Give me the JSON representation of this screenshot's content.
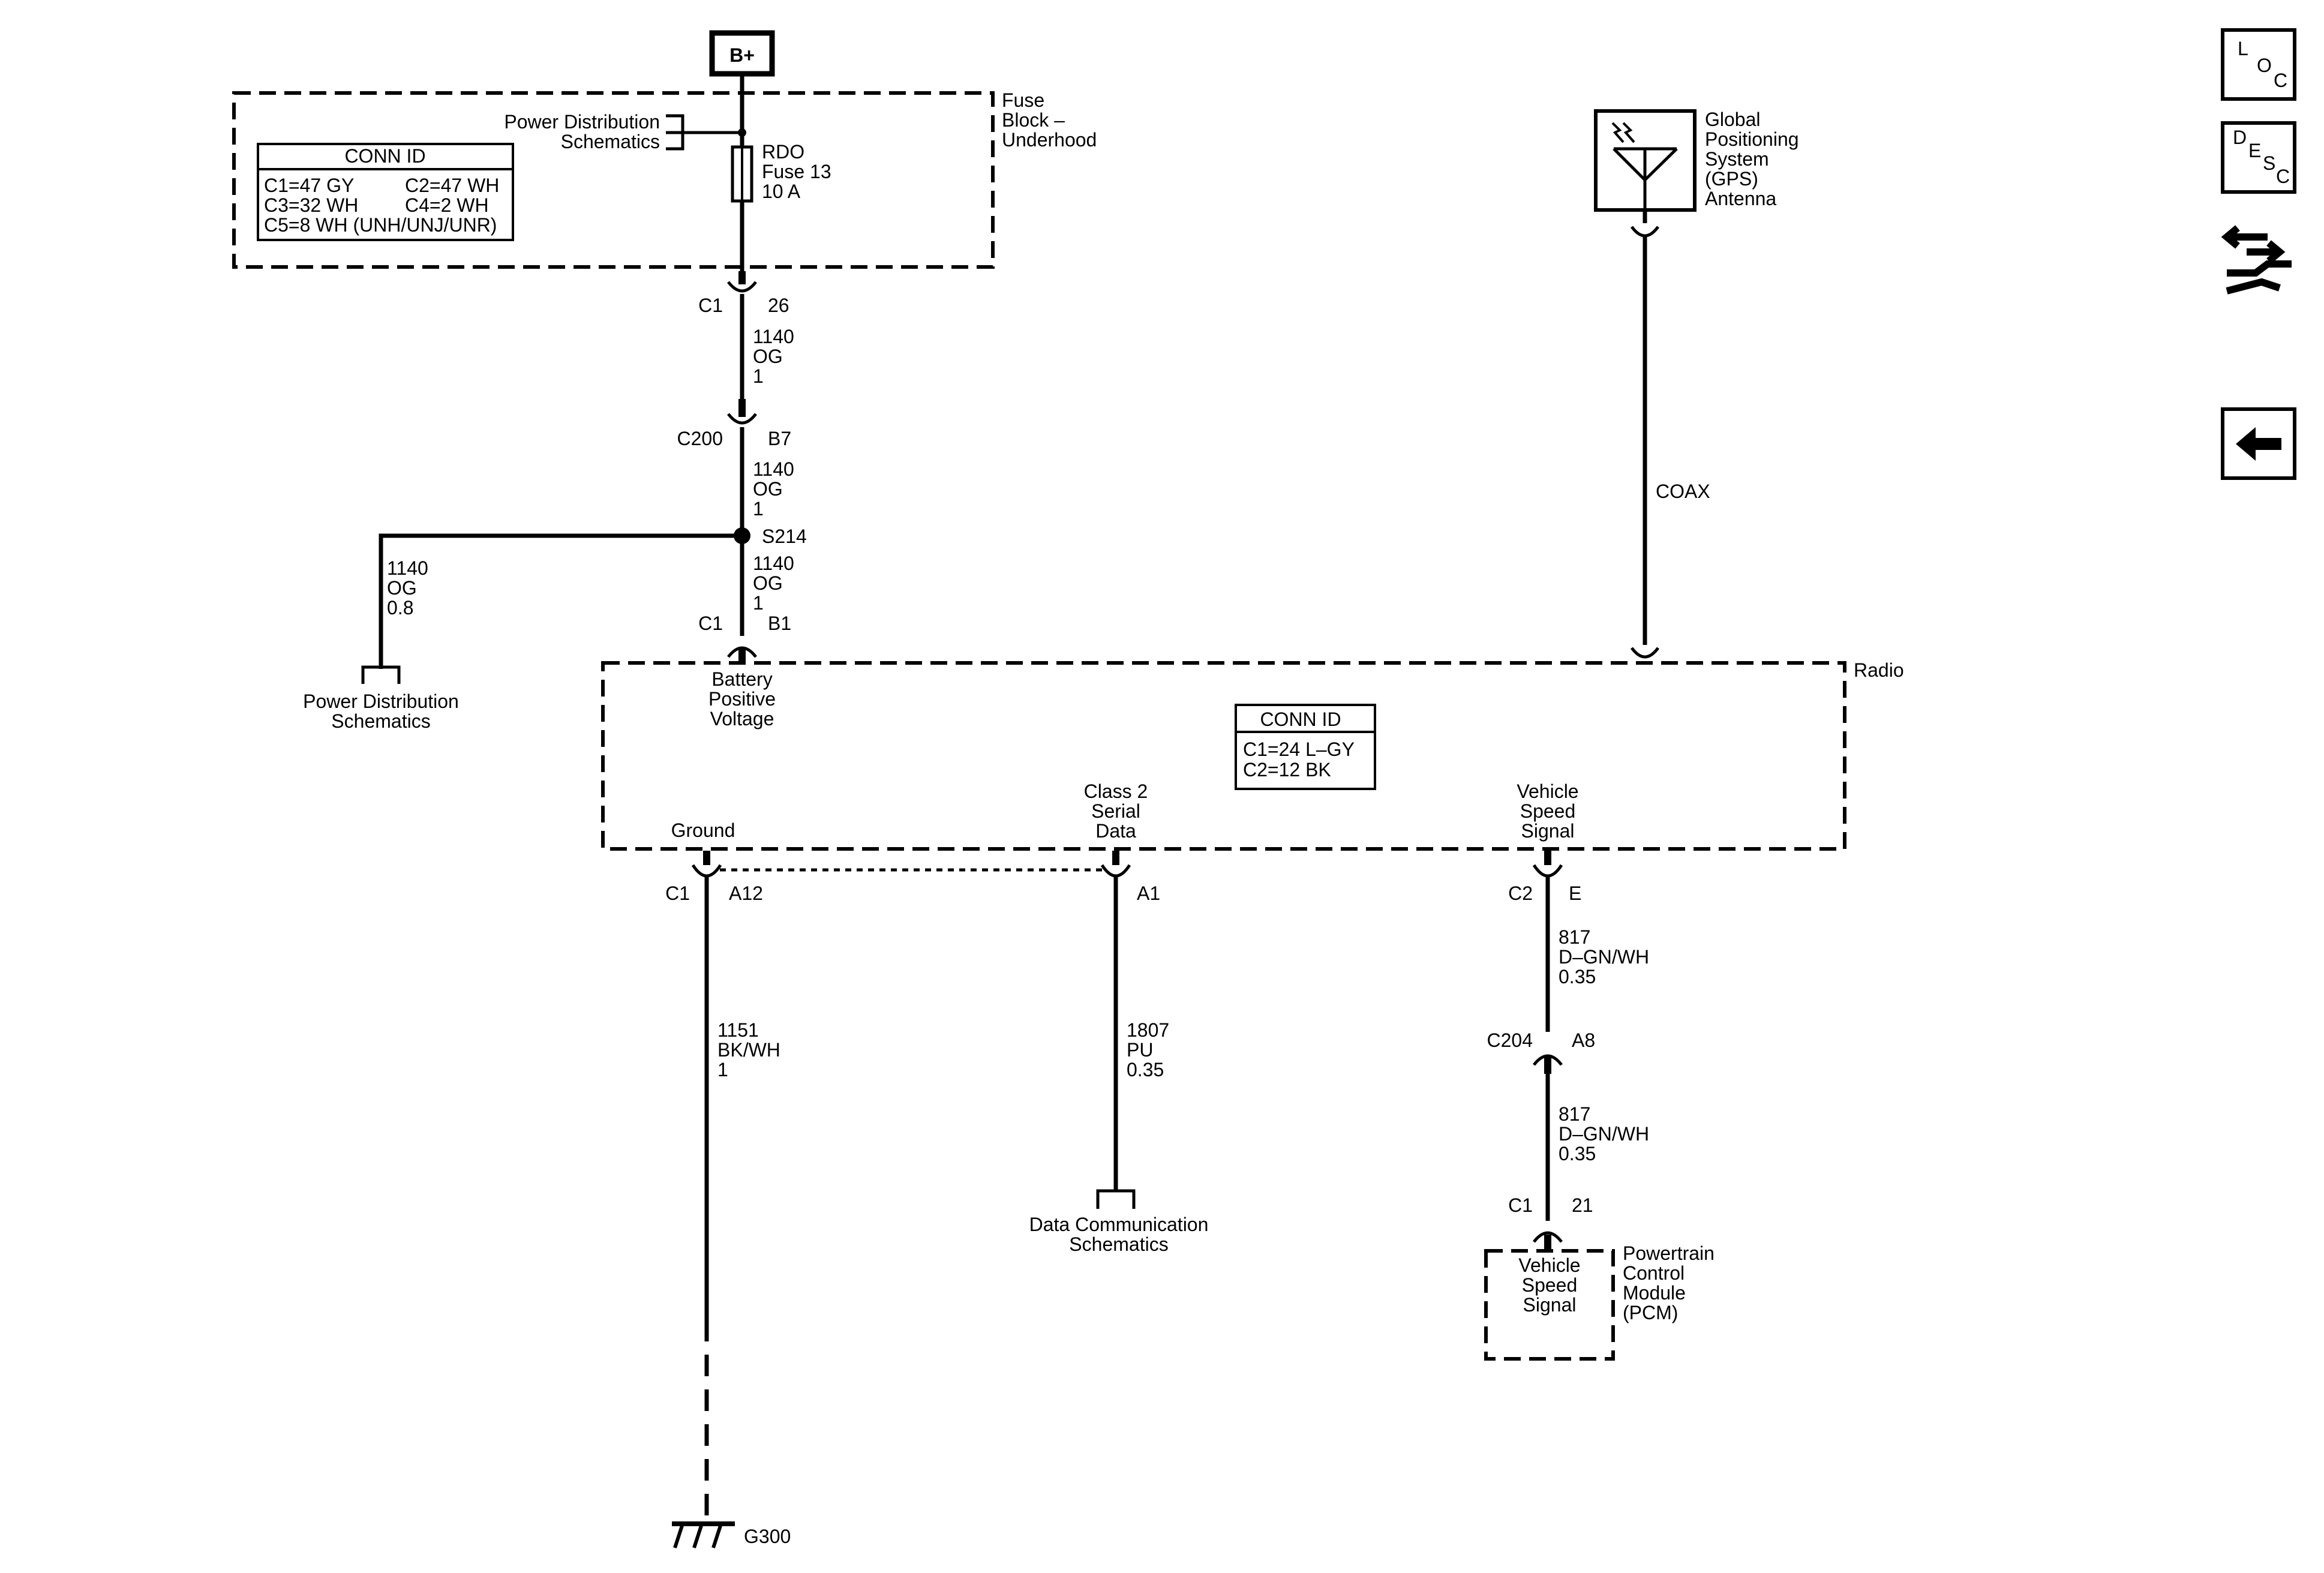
{
  "battery": {
    "label": "B+"
  },
  "fuse_block": {
    "name": [
      "Fuse",
      "Block –",
      "Underhood"
    ],
    "pds_ref": [
      "Power Distribution",
      "Schematics"
    ],
    "fuse": [
      "RDO",
      "Fuse 13",
      "10 A"
    ],
    "conn_id": {
      "title": "CONN ID",
      "rows": [
        [
          "C1=47 GY",
          "C2=47 WH"
        ],
        [
          "C3=32 WH",
          "C4=2 WH"
        ],
        [
          "C5=8 WH (UNH/UNJ/UNR)",
          ""
        ]
      ]
    }
  },
  "connectors": {
    "c1_26": {
      "name": "C1",
      "pin": "26"
    },
    "c200": {
      "name": "C200",
      "pin": "B7"
    },
    "splice": {
      "name": "S214"
    },
    "c1_b1": {
      "name": "C1",
      "pin": "B1"
    },
    "c1_a12": {
      "name": "C1",
      "pin": "A12"
    },
    "a1": {
      "pin": "A1"
    },
    "c2_e": {
      "name": "C2",
      "pin": "E"
    },
    "c204": {
      "name": "C204",
      "pin": "A8"
    },
    "c1_21": {
      "name": "C1",
      "pin": "21"
    }
  },
  "wires": {
    "w1": [
      "1140",
      "OG",
      "1"
    ],
    "w2": [
      "1140",
      "OG",
      "1"
    ],
    "w3": [
      "1140",
      "OG",
      "1"
    ],
    "w_branch": [
      "1140",
      "OG",
      "0.8"
    ],
    "w_ground": [
      "1151",
      "BK/WH",
      "1"
    ],
    "w_data": [
      "1807",
      "PU",
      "0.35"
    ],
    "w_vss1": [
      "817",
      "D–GN/WH",
      "0.35"
    ],
    "w_vss2": [
      "817",
      "D–GN/WH",
      "0.35"
    ],
    "coax": "COAX"
  },
  "pds_bottom": [
    "Power Distribution",
    "Schematics"
  ],
  "radio": {
    "name": "Radio",
    "pins": {
      "battery": [
        "Battery",
        "Positive",
        "Voltage"
      ],
      "ground": "Ground",
      "class2": [
        "Class 2",
        "Serial",
        "Data"
      ],
      "vss": [
        "Vehicle",
        "Speed",
        "Signal"
      ]
    },
    "conn_id": {
      "title": "CONN ID",
      "rows": [
        "C1=24 L–GY",
        "C2=12 BK"
      ]
    }
  },
  "gps": {
    "name": [
      "Global",
      "Positioning",
      "System",
      "(GPS)",
      "Antenna"
    ]
  },
  "data_comm": [
    "Data Communication",
    "Schematics"
  ],
  "ground": {
    "name": "G300"
  },
  "pcm": {
    "name": [
      "Powertrain",
      "Control",
      "Module",
      "(PCM)"
    ],
    "pin": [
      "Vehicle",
      "Speed",
      "Signal"
    ]
  },
  "sidebar": {
    "loc": [
      "L",
      "O",
      "C"
    ],
    "desc": [
      "D",
      "E",
      "S",
      "C"
    ]
  }
}
